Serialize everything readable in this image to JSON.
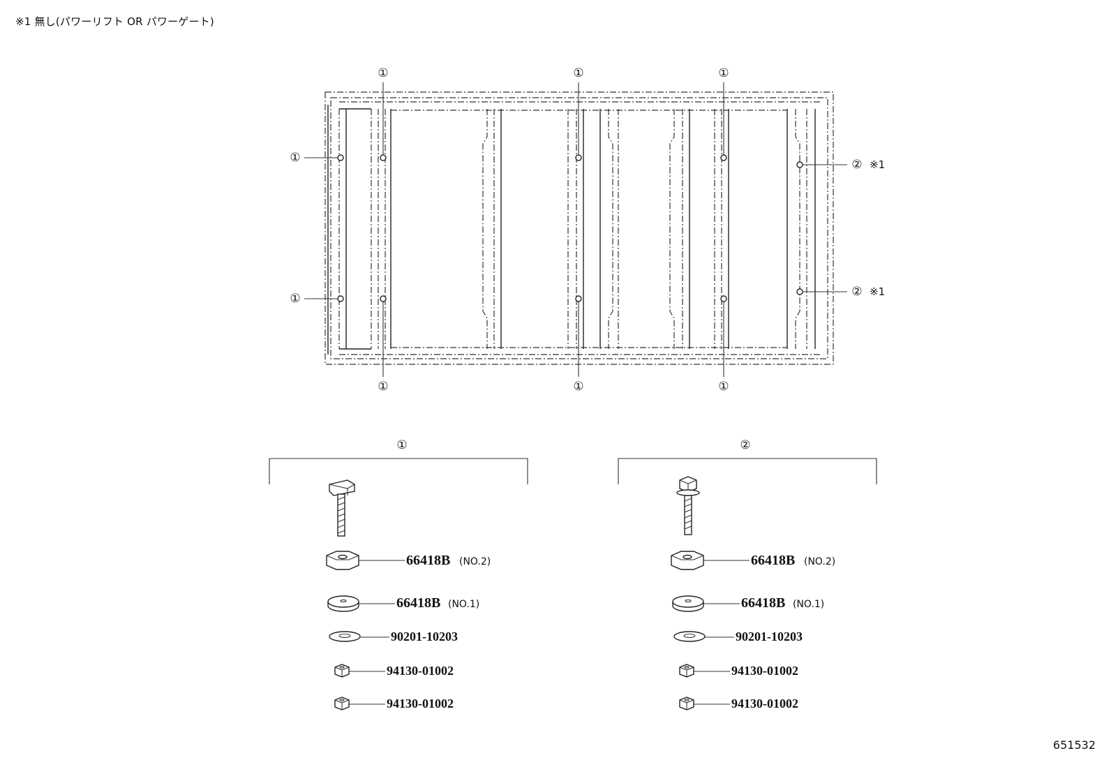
{
  "note": "※1 無し(パワーリフト OR パワーゲート)",
  "figure_id": "651532",
  "callouts": {
    "one": "①",
    "two": "②",
    "asterisk": "※1"
  },
  "groups": [
    {
      "label": "①",
      "parts": [
        {
          "number": "66418B",
          "suffix": "(NO.2)"
        },
        {
          "number": "66418B",
          "suffix": "(NO.1)"
        },
        {
          "number": "90201-10203",
          "suffix": ""
        },
        {
          "number": "94130-01002",
          "suffix": ""
        },
        {
          "number": "94130-01002",
          "suffix": ""
        }
      ]
    },
    {
      "label": "②",
      "parts": [
        {
          "number": "66418B",
          "suffix": "(NO.2)"
        },
        {
          "number": "66418B",
          "suffix": "(NO.1)"
        },
        {
          "number": "90201-10203",
          "suffix": ""
        },
        {
          "number": "94130-01002",
          "suffix": ""
        },
        {
          "number": "94130-01002",
          "suffix": ""
        }
      ]
    }
  ]
}
